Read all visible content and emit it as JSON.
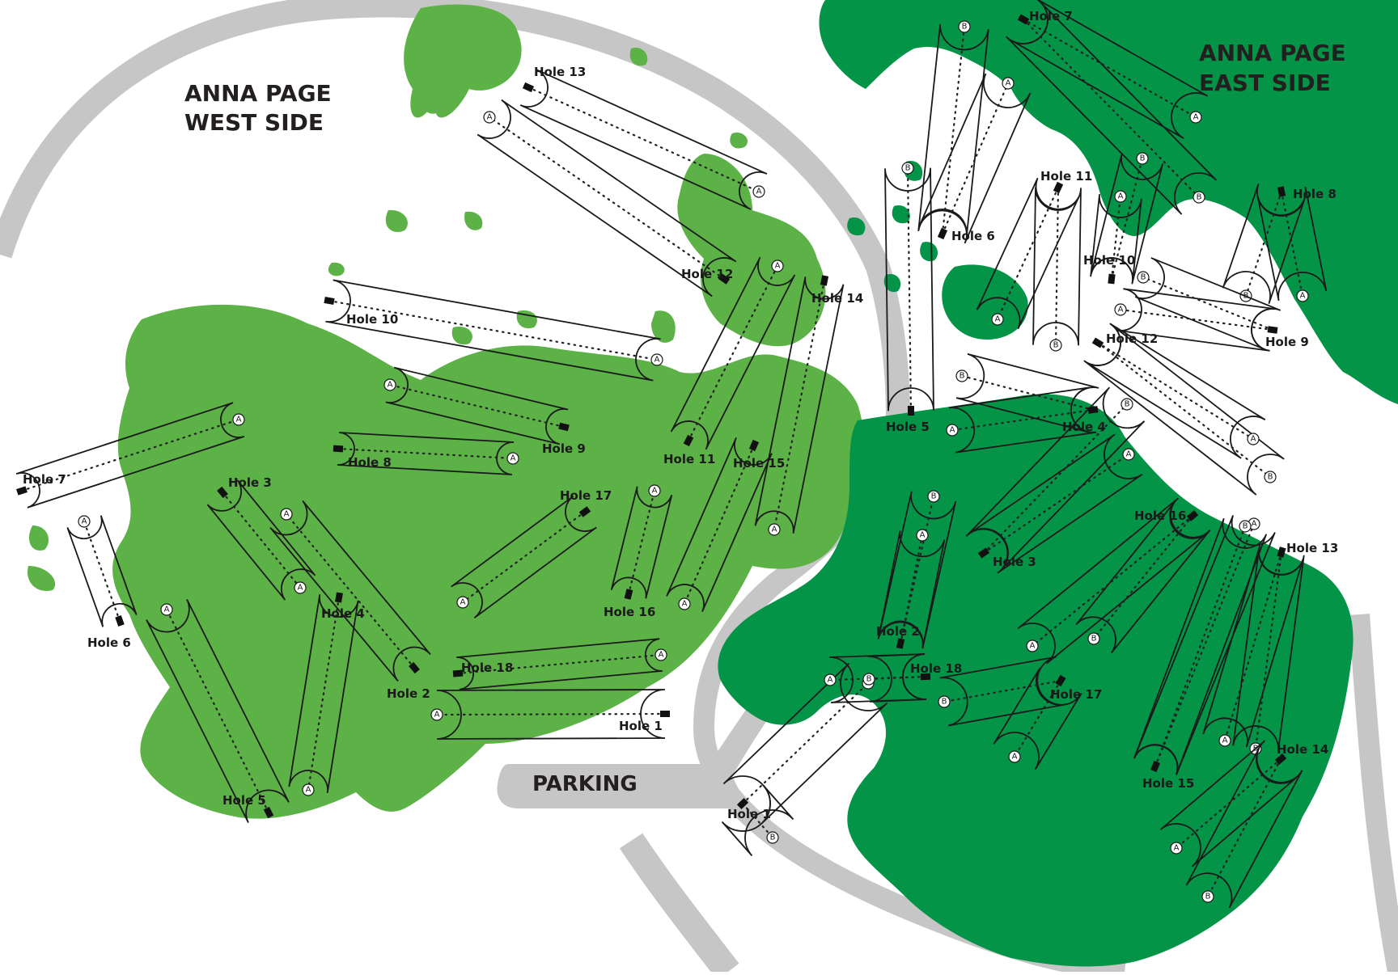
{
  "map": {
    "west_title": [
      "ANNA PAGE",
      "WEST SIDE"
    ],
    "east_title": [
      "ANNA PAGE",
      "EAST SIDE"
    ],
    "parking_label": "PARKING",
    "colors": {
      "west_vegetation": "#5cb246",
      "east_vegetation": "#049447",
      "road": "#c6c6c6",
      "background": "#ffffff",
      "outline": "#1a1a1a"
    },
    "west_holes": [
      {
        "label": "Hole 1",
        "tees": [
          "A"
        ]
      },
      {
        "label": "Hole 2",
        "tees": [
          "A"
        ]
      },
      {
        "label": "Hole 3",
        "tees": [
          "A"
        ]
      },
      {
        "label": "Hole 4",
        "tees": [
          "A"
        ]
      },
      {
        "label": "Hole 5",
        "tees": [
          "A"
        ]
      },
      {
        "label": "Hole 6",
        "tees": [
          "A"
        ]
      },
      {
        "label": "Hole 7",
        "tees": [
          "A"
        ]
      },
      {
        "label": "Hole 8",
        "tees": [
          "A"
        ]
      },
      {
        "label": "Hole 9",
        "tees": [
          "A"
        ]
      },
      {
        "label": "Hole 10",
        "tees": [
          "A"
        ]
      },
      {
        "label": "Hole 11",
        "tees": [
          "A"
        ]
      },
      {
        "label": "Hole 12",
        "tees": [
          "A"
        ]
      },
      {
        "label": "Hole 13",
        "tees": [
          "A"
        ]
      },
      {
        "label": "Hole 14",
        "tees": [
          "A"
        ]
      },
      {
        "label": "Hole 15",
        "tees": [
          "A"
        ]
      },
      {
        "label": "Hole 16",
        "tees": [
          "A"
        ]
      },
      {
        "label": "Hole 17",
        "tees": [
          "A"
        ]
      },
      {
        "label": "Hole 18",
        "tees": [
          "A"
        ]
      }
    ],
    "east_holes": [
      {
        "label": "Hole 1",
        "tees": [
          "A",
          "B"
        ]
      },
      {
        "label": "Hole 2",
        "tees": [
          "A",
          "B"
        ]
      },
      {
        "label": "Hole 3",
        "tees": [
          "A",
          "B"
        ]
      },
      {
        "label": "Hole 4",
        "tees": [
          "A",
          "B"
        ]
      },
      {
        "label": "Hole 5",
        "tees": [
          "B"
        ]
      },
      {
        "label": "Hole 6",
        "tees": [
          "A",
          "B"
        ]
      },
      {
        "label": "Hole 7",
        "tees": [
          "A",
          "B"
        ]
      },
      {
        "label": "Hole 8",
        "tees": [
          "A",
          "B"
        ]
      },
      {
        "label": "Hole 9",
        "tees": [
          "A",
          "B"
        ]
      },
      {
        "label": "Hole 10",
        "tees": [
          "A",
          "B"
        ]
      },
      {
        "label": "Hole 11",
        "tees": [
          "A",
          "B"
        ]
      },
      {
        "label": "Hole 12",
        "tees": [
          "A",
          "B"
        ]
      },
      {
        "label": "Hole 13",
        "tees": [
          "A",
          "B"
        ]
      },
      {
        "label": "Hole 14",
        "tees": [
          "A",
          "B"
        ]
      },
      {
        "label": "Hole 15",
        "tees": [
          "A",
          "B"
        ]
      },
      {
        "label": "Hole 16",
        "tees": [
          "A",
          "B"
        ]
      },
      {
        "label": "Hole 17",
        "tees": [
          "A",
          "B"
        ]
      },
      {
        "label": "Hole 18",
        "tees": [
          "A",
          "B"
        ]
      }
    ]
  }
}
